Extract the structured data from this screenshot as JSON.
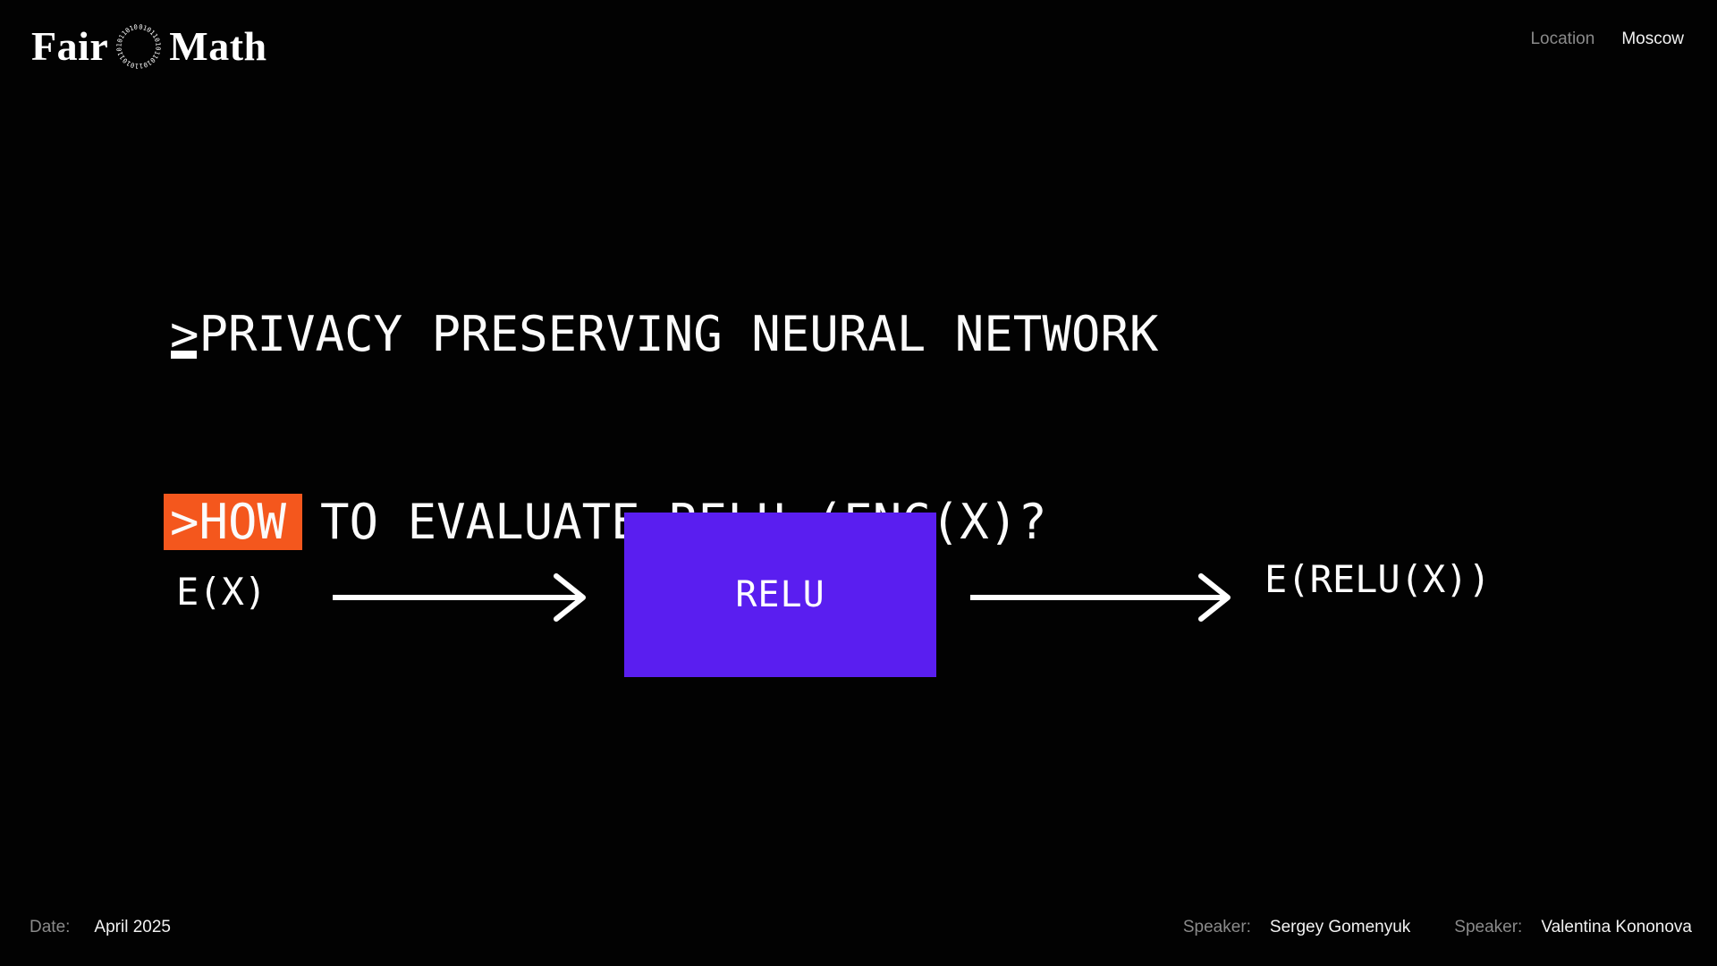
{
  "colors": {
    "accent_orange": "#F4571D",
    "accent_purple": "#5A1EF0",
    "muted_gray": "#8A8A8A",
    "text_white": "#F2F2F2",
    "background": "#020202"
  },
  "logo": {
    "word_left": "Fair",
    "word_right": "Math",
    "ring_icon": "binary-ring-icon",
    "ring_text": "010110101101011010110101101011"
  },
  "topbar": {
    "location_label": "Location",
    "location_value": "Moscow"
  },
  "hero": {
    "line1": ">PRIVACY PRESERVING NEURAL NETWORK",
    "line2_highlight": ">HOW",
    "line2_rest": "TO EVALUATE RELU (ENC(X)?"
  },
  "diagram": {
    "input_label": "E(X)",
    "box_label": "RELU",
    "output_label": "E(RELU(X))"
  },
  "footer": {
    "date_label": "Date:",
    "date_value": "April 2025",
    "speakers": [
      {
        "label": "Speaker:",
        "name": "Sergey Gomenyuk"
      },
      {
        "label": "Speaker:",
        "name": "Valentina Kononova"
      }
    ]
  }
}
